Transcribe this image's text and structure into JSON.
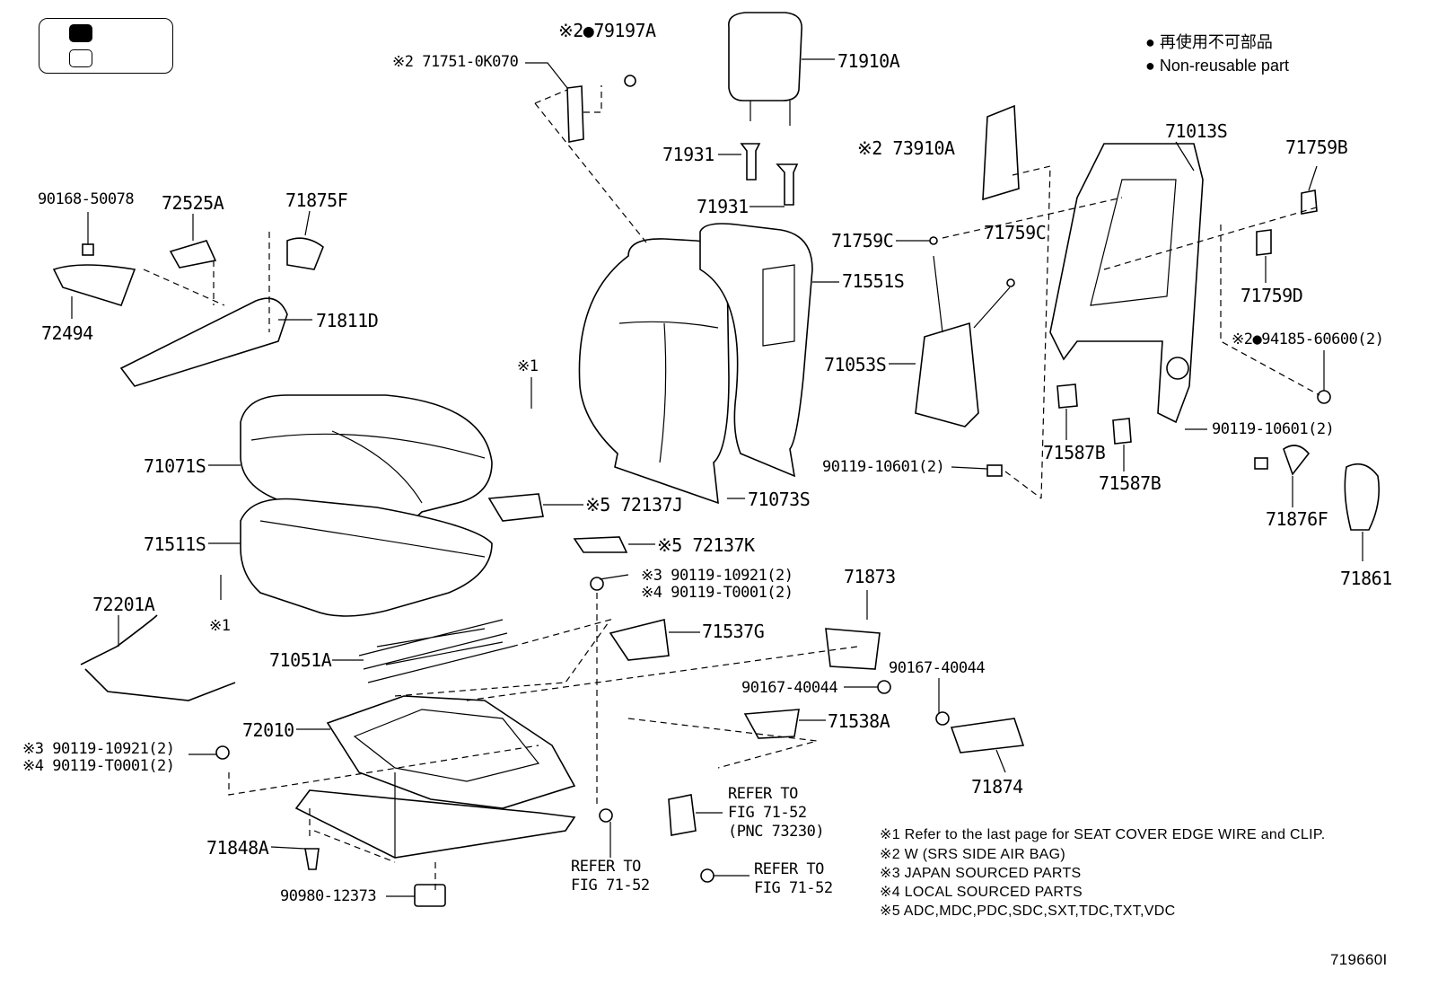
{
  "legend": {
    "jp": "● 再使用不可部品",
    "en": "● Non-reusable part"
  },
  "labels": {
    "p71910A": "71910A",
    "p79197A": "※2●79197A",
    "p71751": "※2 71751-0K070",
    "p71931a": "71931",
    "p71931b": "71931",
    "p73910A": "※2 73910A",
    "p71013S": "71013S",
    "p71759B": "71759B",
    "p71759C_l": "71759C",
    "p71759C_r": "71759C",
    "p71759D": "71759D",
    "p71551S": "71551S",
    "p71053S": "71053S",
    "p94185": "※2●94185-60600(2)",
    "p90119_10601_r": "90119-10601(2)",
    "p90119_10601_c": "90119-10601(2)",
    "p71587B_a": "71587B",
    "p71587B_b": "71587B",
    "p71876F": "71876F",
    "p71861": "71861",
    "p90168": "90168-50078",
    "p72525A": "72525A",
    "p71875F": "71875F",
    "p72494": "72494",
    "p71811D": "71811D",
    "p71071S": "71071S",
    "p71511S": "71511S",
    "p71073S": "71073S",
    "p72137J": "※5 72137J",
    "p72137K": "※5 72137K",
    "p_note1_a": "※1",
    "p_note1_b": "※1",
    "p72201A": "72201A",
    "p90119_10921_a": "※3 90119-10921(2)",
    "p90119_T0001_a": "※4 90119-T0001(2)",
    "p71873": "71873",
    "p71537G": "71537G",
    "p71051A": "71051A",
    "p90167_a": "90167-40044",
    "p90167_b": "90167-40044",
    "p72010": "72010",
    "p71538A": "71538A",
    "p90119_10921_b": "※3 90119-10921(2)",
    "p90119_T0001_b": "※4 90119-T0001(2)",
    "p71874": "71874",
    "p_ref1_a": "REFER TO",
    "p_ref1_b": "FIG 71-52",
    "p_ref1_c": "(PNC 73230)",
    "p_ref2_a": "REFER TO",
    "p_ref2_b": "FIG 71-52",
    "p_ref3_a": "REFER TO",
    "p_ref3_b": "FIG 71-52",
    "p71848A": "71848A",
    "p90980": "90980-12373"
  },
  "notes": [
    "※1  Refer to the last page for SEAT COVER EDGE WIRE and CLIP.",
    "※2  W (SRS SIDE AIR BAG)",
    "※3  JAPAN SOURCED PARTS",
    "※4  LOCAL SOURCED PARTS",
    "※5  ADC,MDC,PDC,SDC,SXT,TDC,TXT,VDC"
  ],
  "figure_id": "719660I"
}
